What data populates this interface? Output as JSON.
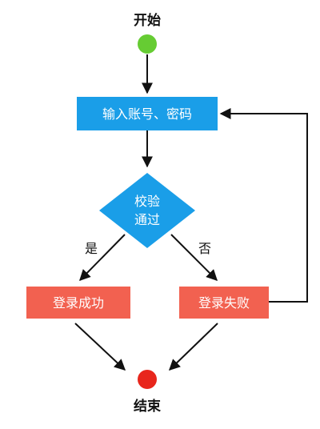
{
  "nodes": {
    "start": {
      "label": "开始",
      "color": "#66cc33"
    },
    "input": {
      "label": "输入账号、密码",
      "color": "#1a9ee8"
    },
    "check": {
      "line1": "校验",
      "line2": "通过",
      "color": "#1a9ee8"
    },
    "success": {
      "label": "登录成功",
      "color": "#f26150"
    },
    "fail": {
      "label": "登录失败",
      "color": "#f26150"
    },
    "end": {
      "label": "结束",
      "color": "#e8261c"
    }
  },
  "edges": {
    "yes_label": "是",
    "no_label": "否"
  }
}
